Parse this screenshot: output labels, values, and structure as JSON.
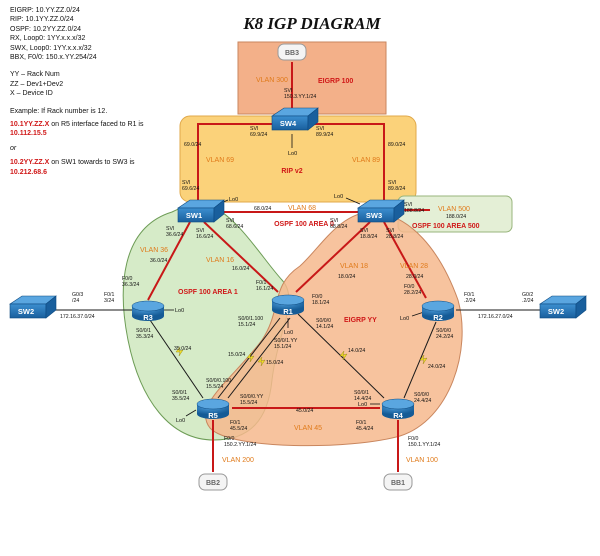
{
  "title": "K8 IGP DIAGRAM",
  "legend": {
    "lines": [
      "EIGRP: 10.YY.ZZ.0/24",
      "RIP: 10.1YY.ZZ.0/24",
      "OSPF: 10.2YY.ZZ.0/24",
      "RX, Loop0: 1YY.x.x.x/32",
      "SWX, Loop0: 1YY.x.x.x/32",
      "BBX, F0/0: 150.x.YY.254/24"
    ],
    "key_lines": [
      "YY – Rack Num",
      "ZZ – Dev1+Dev2",
      "X – Device ID"
    ],
    "example_intro": "Example: If Rack number is 12.",
    "example1_a": "10.1YY.ZZ.X on R5 interface faced to R1 is",
    "example1_b": "10.112.15.5",
    "or_text": "or",
    "example2_a": "10.2YY.ZZ.X on SW1 towards to SW3 is",
    "example2_b": "10.212.68.6"
  },
  "areas": {
    "eigrp100": "EIGRP 100",
    "ripv2": "RIP v2",
    "ospf_area0": "OSPF 100 AREA 0",
    "ospf_area1": "OSPF 100 AREA 1",
    "ospf_area500": "OSPF 100 AREA 500",
    "eigrp_yy": "EIGRP YY"
  },
  "vlans": {
    "v300": "VLAN 300",
    "v69": "VLAN 69",
    "v89": "VLAN 89",
    "v68": "VLAN 68",
    "v500": "VLAN 500",
    "v36": "VLAN 36",
    "v16": "VLAN 16",
    "v18": "VLAN 18",
    "v28": "VLAN 28",
    "v45": "VLAN 45",
    "v200": "VLAN 200",
    "v100": "VLAN 100"
  },
  "nodes": {
    "sw1": "SW1",
    "sw3": "SW3",
    "sw4": "SW4",
    "sw2_left": "SW2",
    "sw2_right": "SW2",
    "r1": "R1",
    "r2": "R2",
    "r3": "R3",
    "r4": "R4",
    "r5": "R5",
    "bb1": "BB1",
    "bb2": "BB2",
    "bb3": "BB3"
  },
  "loopback": "Lo0",
  "labels": {
    "sw4_top": "SVI\n150.3.YY.1/24",
    "sw4_left": "SVI\n69.9/24",
    "sw4_right": "SVI\n89.9/24",
    "sw4_left_edge": "69.0/24",
    "sw4_right_edge": "89.0/24",
    "sw1_up": "SVI\n69.6/24",
    "sw3_up": "SVI\n89.8/24",
    "sw1_to_sw3": "SVI\n68.6/24",
    "net68": "68.0/24",
    "sw3_to_sw1": "SVI\n68.8/24",
    "sw3_v500": "SVI\n188.8/24",
    "net188": "188.0/24",
    "sw1_v36": "SVI\n36.6/24",
    "sw1_v16": "SVI\n16.6/24",
    "sw3_v18": "SVI\n18.8/24",
    "sw3_v28": "SVI\n28.8/24",
    "net36": "36.0/24",
    "net16": "16.0/24",
    "net18": "18.0/24",
    "net28": "28.0/24",
    "r3_f00": "F0/0\n36.3/24",
    "r3_f01": "F0/1\n3/24",
    "sw2l_g03": "G0/3\n/24",
    "net37": "172.16.37.0/24",
    "r3_s001": "S0/0/1\n35.3/24",
    "net35": "35.0/24",
    "r1_f01": "F0/1\n16.1/24",
    "r1_s00100": "S0/0/1.100\n15.1/24",
    "r1_f00": "F0/0\n18.1/24",
    "r1_s001yy": "S0/0/1.YY\n15.1/24",
    "r1_s000": "S0/0/0\n14.1/24",
    "net15a": "15.0/24",
    "net15b": "15.0/24",
    "net14": "14.0/24",
    "r2_f00": "F0/0\n28.2/24",
    "r2_f01": "F0/1\n.2/24",
    "sw2r_g02": "G0/2\n.2/24",
    "net27": "172.16.27.0/24",
    "r2_s000": "S0/0/0\n24.2/24",
    "net24": "24.0/24",
    "r5_s001": "S0/0/1\n35.5/24",
    "r5_s000100": "S0/0/0.100\n15.5/24",
    "r5_s000yy": "S0/0/0.YY\n15.5/24",
    "r5_f01": "F0/1\n45.5/24",
    "r5_f00": "F0/0\n150.2.YY.1/24",
    "net45": "45.0/24",
    "r4_s001": "S0/0/1\n14.4/24",
    "r4_s000": "S0/0/0\n24.4/24",
    "r4_f01": "F0/1\n45.4/24",
    "r4_f00": "F0/0\n150.1.YY.1/24",
    "sw4_bb3_label": "SVI\n150.3.YY.1/24"
  },
  "colors": {
    "eigrp_box": "#f3b089",
    "rip_box": "#fbd27a",
    "ospf1": "#d6ebc8",
    "eigrp_yy": "#f6b98d",
    "area0_box": "#e4efd6",
    "red": "#c81818",
    "device": "#2270b0"
  }
}
